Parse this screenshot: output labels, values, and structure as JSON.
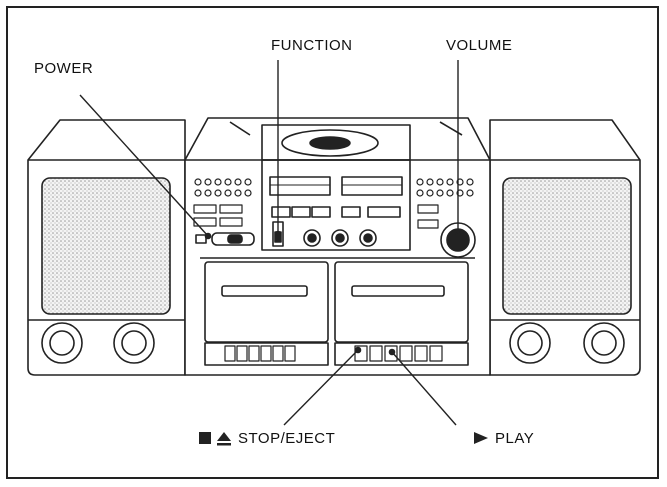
{
  "labels": {
    "power": "POWER",
    "function": "FUNCTION",
    "volume": "VOLUME",
    "stop_eject": "STOP/EJECT",
    "play": "PLAY"
  },
  "icons": {
    "stop": "stop-square-icon",
    "eject": "eject-icon",
    "play": "play-triangle-icon"
  },
  "colors": {
    "line": "#222222",
    "speaker_grille": "#d8d8d8",
    "background": "#ffffff"
  }
}
